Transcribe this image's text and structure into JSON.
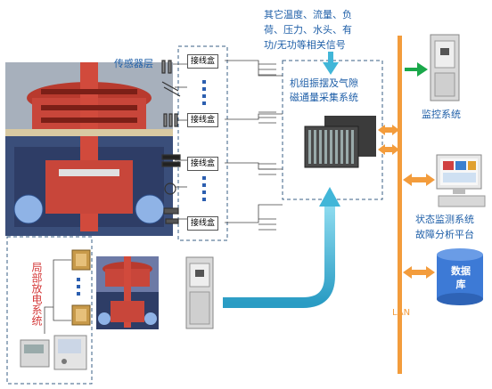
{
  "signals_text": "其它温度、流量、负荷、压力、水头、有功/无功等相关信号",
  "signals_lines": [
    "其它温度、流量、负",
    "荷、压力、水头、有",
    "功/无功等相关信号"
  ],
  "sensor_layer_label": "传感器层",
  "junction_box_label": "接线盒",
  "acquisition_system_lines": [
    "机组振摆及气隙",
    "磁通量采集系统"
  ],
  "monitoring_system_label": "监控系统",
  "condition_platform_lines": [
    "状态监测系统",
    "故障分析平台"
  ],
  "database_label": "数据库",
  "lan_label": "LAN",
  "partial_discharge_label": "局部放电系统",
  "colors": {
    "arrow_blue": "#41b6d8",
    "arrow_orange": "#f39c3c",
    "arrow_green": "#1aa84a",
    "text_blue": "#1f5fa8",
    "dashed": "#3a5f85",
    "db": "#3d7ad6",
    "pd_text": "#d43a3a"
  }
}
